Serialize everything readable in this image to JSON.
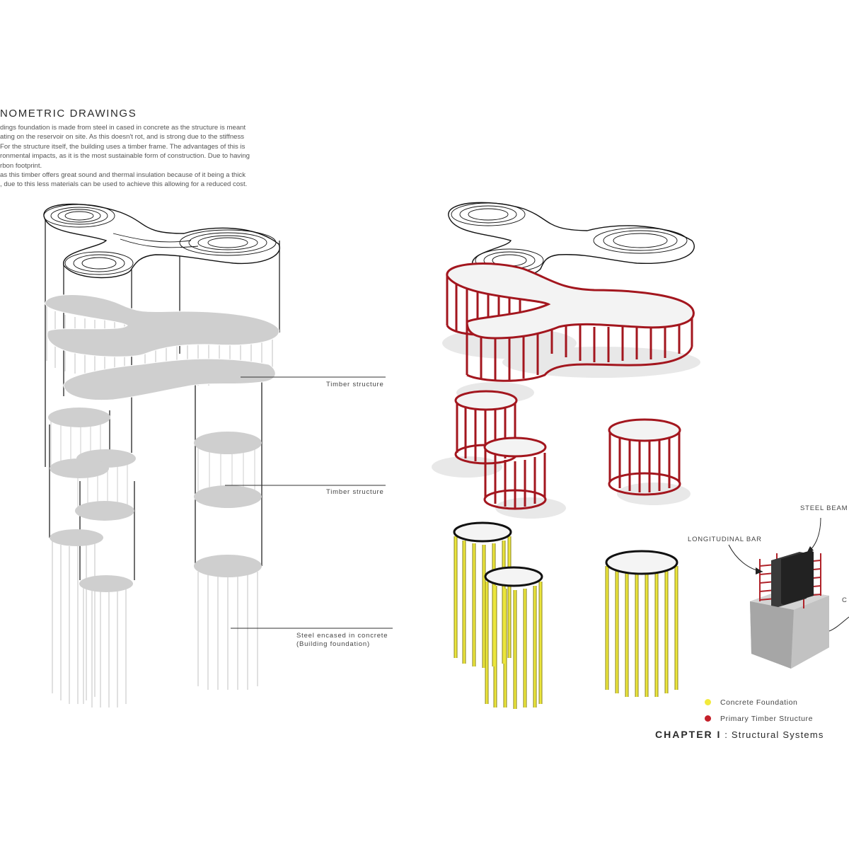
{
  "page": {
    "heading": "NOMETRIC DRAWINGS",
    "paragraph_lines": [
      "dings foundation is made from steel in cased in concrete as the structure is meant",
      "ating on the reservoir on site. As this doesn't rot, and is strong due to the stiffness",
      "For the structure itself, the building uses a timber frame. The advantages of this is",
      "ronmental impacts, as it is the most sustainable form of construction. Due to having",
      "rbon footprint.",
      "as this timber offers great sound and thermal insulation because of it being a thick",
      ", due to this less materials can be used to achieve this allowing for a reduced cost."
    ]
  },
  "labels": {
    "timber_1": "Timber structure",
    "timber_2": "Timber structure",
    "steel_line1": "Steel encased in concrete",
    "steel_line2": "(Building foundation)",
    "steel_beam": "STEEL BEAM",
    "longitudinal_bar": "LONGITUDINAL BAR",
    "cut_letter": "C"
  },
  "legend": [
    {
      "label": "Concrete Foundation",
      "color": "#f2ea3c"
    },
    {
      "label": "Primary Timber Structure",
      "color": "#c4202a"
    }
  ],
  "chapter": {
    "title": "CHAPTER  I",
    "separator": " : ",
    "subtitle": "Structural Systems"
  },
  "colors": {
    "timber_red": "#a3161e",
    "concrete_yellow": "#e9e23a",
    "slab_grey": "#cfcfcf",
    "shadow_grey": "#e7e7e7",
    "outline": "#111111"
  }
}
